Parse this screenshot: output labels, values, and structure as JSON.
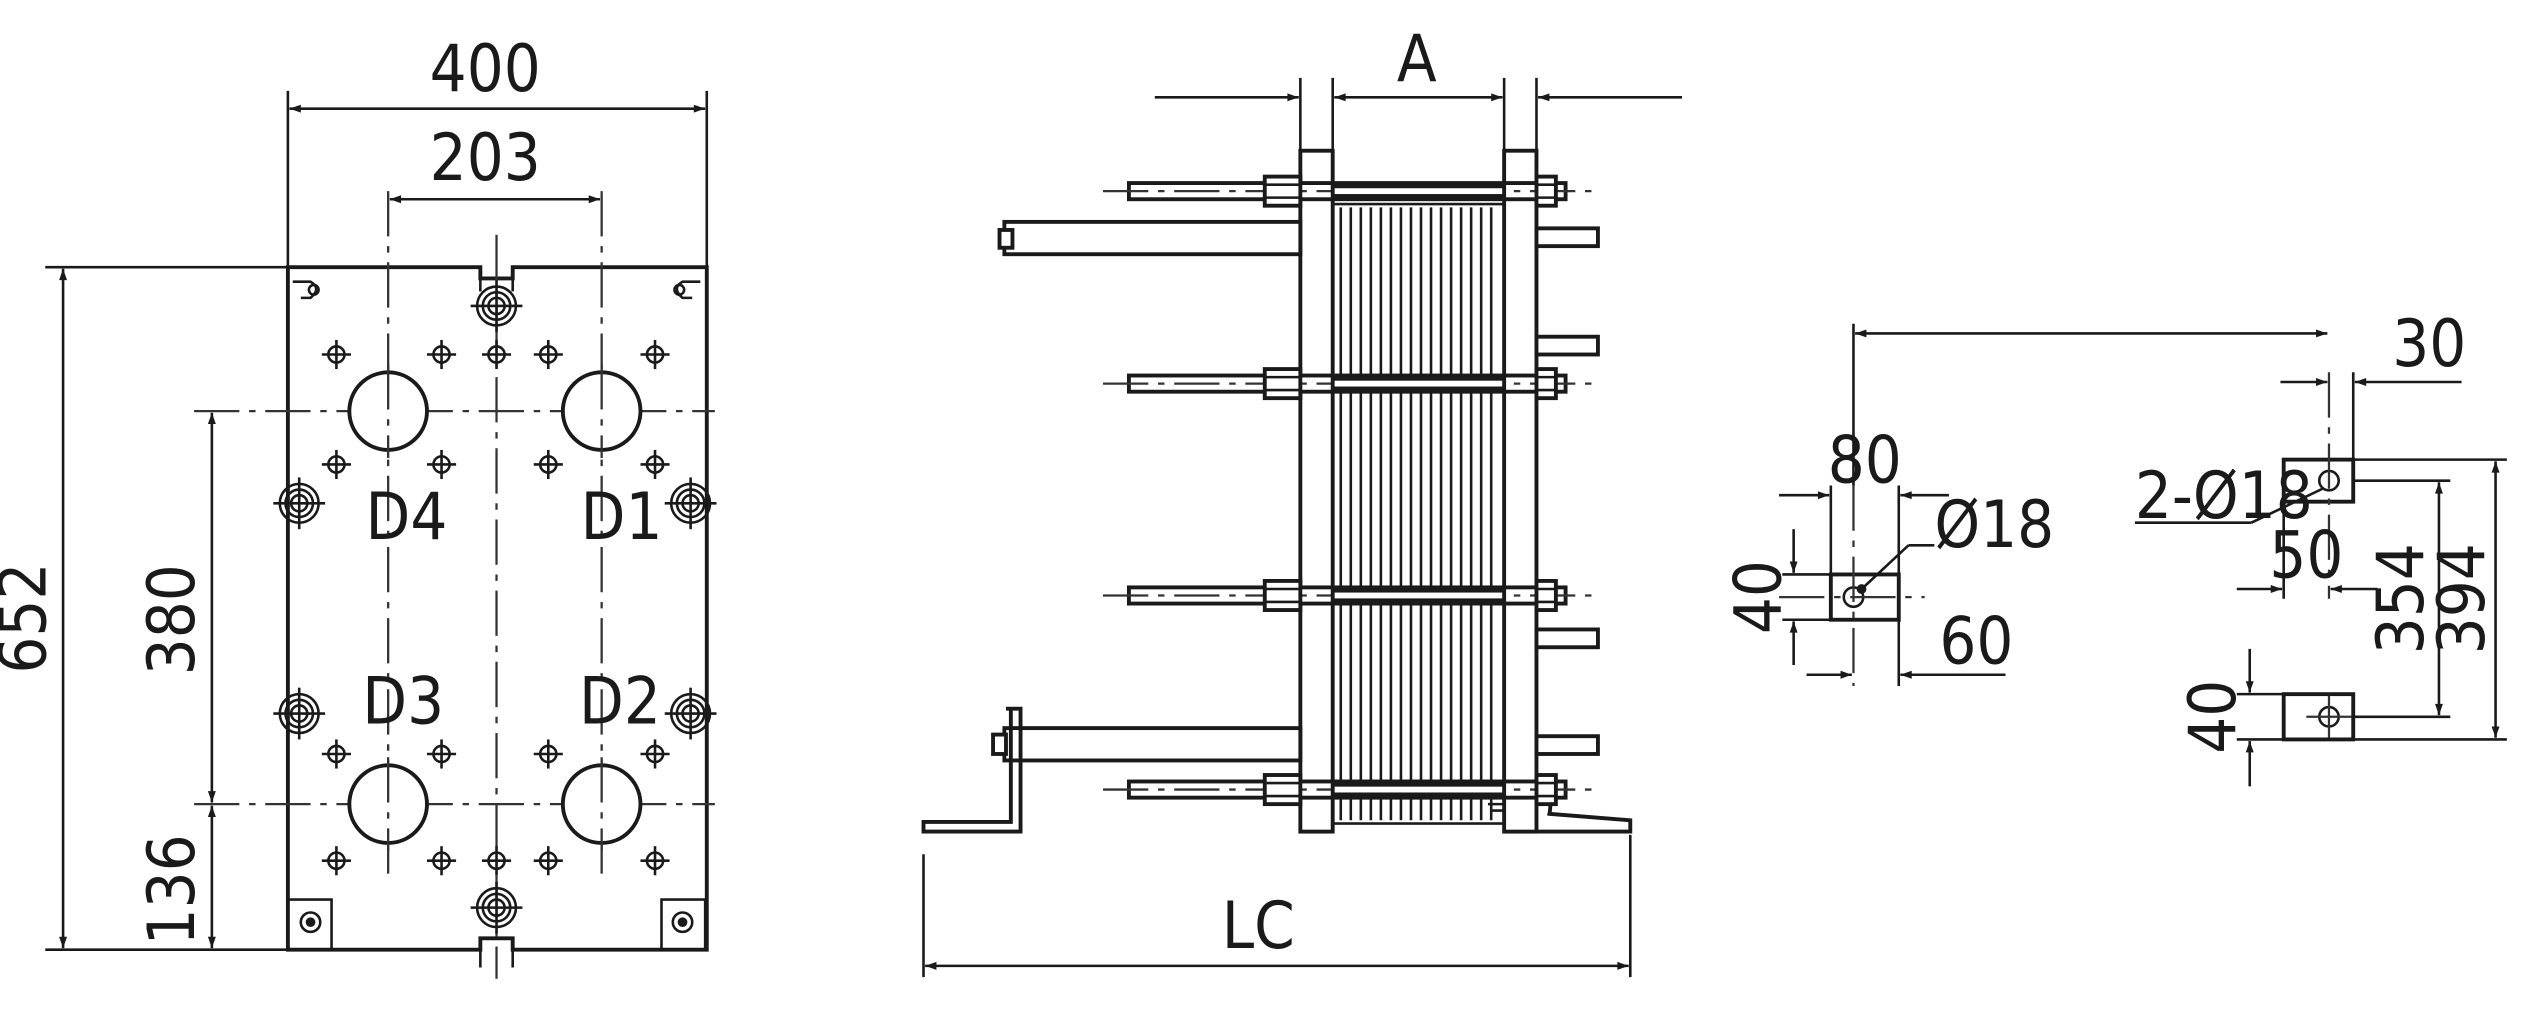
{
  "front_view": {
    "width_dim": "400",
    "port_spacing_dim": "203",
    "height_dim": "652",
    "port_vertical_dim": "380",
    "bottom_port_dim": "136",
    "ports": [
      "D4",
      "D1",
      "D3",
      "D2"
    ]
  },
  "side_view": {
    "plate_pack_dim": "A",
    "overall_length_dim": "LC"
  },
  "foot_detail": {
    "width_dim": "80",
    "hole_dim": "Ø18",
    "height_dim": "40",
    "hole_offset_dim": "60"
  },
  "foot_holes_detail": {
    "edge_dim": "30",
    "holes_dim": "2-Ø18",
    "offset_dim": "50",
    "hole_spacing_dim": "354",
    "overall_dim": "394",
    "bottom_height_dim": "40"
  }
}
